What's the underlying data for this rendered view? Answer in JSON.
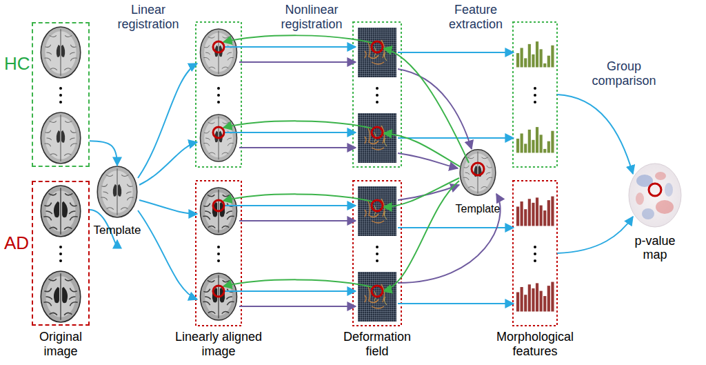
{
  "diagram": {
    "nodes": [
      {
        "text": [
          "HC"
        ]
      },
      {
        "text": [
          "AD"
        ]
      },
      {
        "text": [
          "Template"
        ]
      },
      {
        "text": [
          "Template"
        ]
      },
      {
        "text": [
          "p-value map"
        ]
      }
    ],
    "edges": [
      {
        "from": 0,
        "to": 2,
        "arrow": "to"
      },
      {
        "from": 1,
        "to": 2,
        "arrow": "to"
      }
    ],
    "labels": [
      "Linear registration",
      "Nonlinear registration",
      "Feature extraction",
      "Group comparison",
      "Original image",
      "Linearly aligned image",
      "Deformation field",
      "Morphological features"
    ]
  }
}
